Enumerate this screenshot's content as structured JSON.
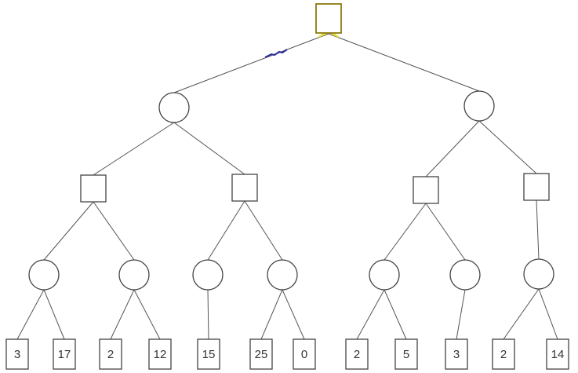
{
  "diagram": {
    "type": "game-tree",
    "root": {
      "id": "root",
      "shape": "square",
      "highlight_color": "#8a7a10"
    },
    "levels": [
      {
        "shape": "circle",
        "nodes": [
          "a1",
          "a2"
        ]
      },
      {
        "shape": "square",
        "nodes": [
          "b1",
          "b2",
          "b3",
          "b4"
        ]
      },
      {
        "shape": "circle",
        "nodes": [
          "c1",
          "c2",
          "c3",
          "c4",
          "c5",
          "c6",
          "c7"
        ]
      }
    ],
    "edges": [
      [
        "root",
        "a1"
      ],
      [
        "root",
        "a2"
      ],
      [
        "a1",
        "b1"
      ],
      [
        "a1",
        "b2"
      ],
      [
        "a2",
        "b3"
      ],
      [
        "a2",
        "b4"
      ],
      [
        "b1",
        "c1"
      ],
      [
        "b1",
        "c2"
      ],
      [
        "b2",
        "c3"
      ],
      [
        "b2",
        "c4"
      ],
      [
        "b3",
        "c5"
      ],
      [
        "b3",
        "c6"
      ],
      [
        "b4",
        "c7"
      ],
      [
        "c1",
        "l0"
      ],
      [
        "c1",
        "l1"
      ],
      [
        "c2",
        "l2"
      ],
      [
        "c2",
        "l3"
      ],
      [
        "c3",
        "l4"
      ],
      [
        "c4",
        "l5"
      ],
      [
        "c4",
        "l6"
      ],
      [
        "c5",
        "l7"
      ],
      [
        "c5",
        "l8"
      ],
      [
        "c6",
        "l9"
      ],
      [
        "c7",
        "l10"
      ],
      [
        "c7",
        "l11"
      ]
    ],
    "leaves": [
      "3",
      "17",
      "2",
      "12",
      "15",
      "25",
      "0",
      "2",
      "5",
      "3",
      "2",
      "14"
    ],
    "annotation_color": "#2a2a9a",
    "arrow_color": "#e8e040"
  }
}
